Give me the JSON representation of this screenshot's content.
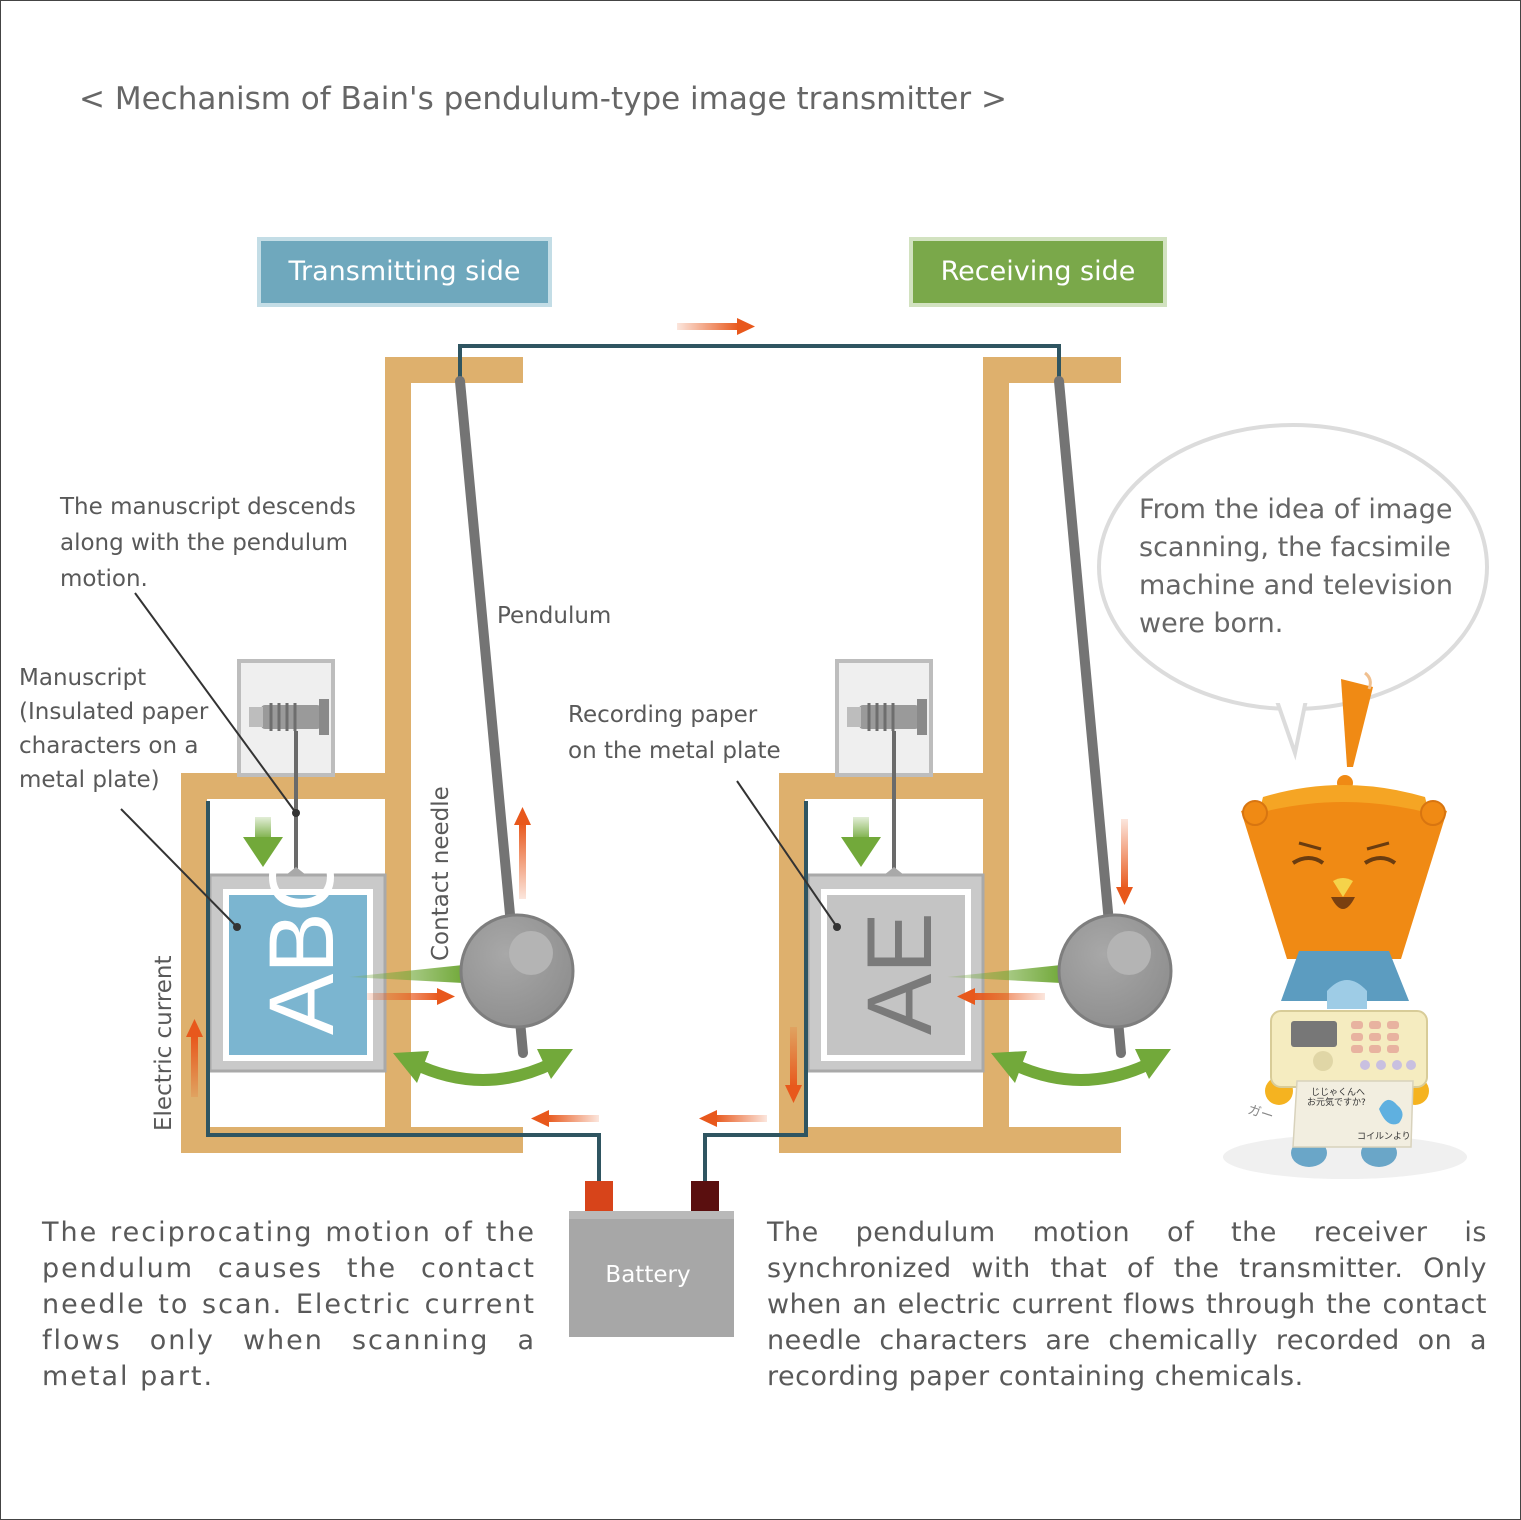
{
  "title": "< Mechanism of Bain's pendulum-type image transmitter >",
  "transmitting_label": "Transmitting side",
  "receiving_label": "Receiving side",
  "labels": {
    "manuscript_descends": "The manuscript descends along with the pendulum motion.",
    "manuscript": "Manuscript (Insulated paper characters on a metal plate)",
    "pendulum": "Pendulum",
    "contact_needle": "Contact needle",
    "recording_paper": "Recording paper on the metal plate",
    "electric_current": "Electric current",
    "battery": "Battery"
  },
  "plate_text": {
    "transmitter": "ABC",
    "receiver": "AE"
  },
  "speech_bubble": "From the idea of image scanning, the facsimile machine and television were born.",
  "character_paper": {
    "line1": "じじゃくんへ",
    "line2": "お元気ですか?",
    "signature": "コイルンより",
    "sound": "ガー"
  },
  "descriptions": {
    "left": "The reciprocating motion of the pendulum causes the contact needle to scan. Electric current flows only when scanning a metal part.",
    "right": "The pendulum motion of the receiver is synchronized with that of the transmitter. Only when an electric current flows through the contact needle characters are chemically recorded on a recording paper containing chemicals."
  },
  "colors": {
    "frame": "#deb06d",
    "wire": "#2f5561",
    "transmit_badge": "#6fa8bd",
    "receive_badge": "#7aa84a",
    "current_arrow": "#e8581c",
    "motion_arrow": "#72a93a",
    "manuscript_plate": "#7bb5d0",
    "recording_plate": "#c4c4c4",
    "battery": "#a7a7a7"
  }
}
